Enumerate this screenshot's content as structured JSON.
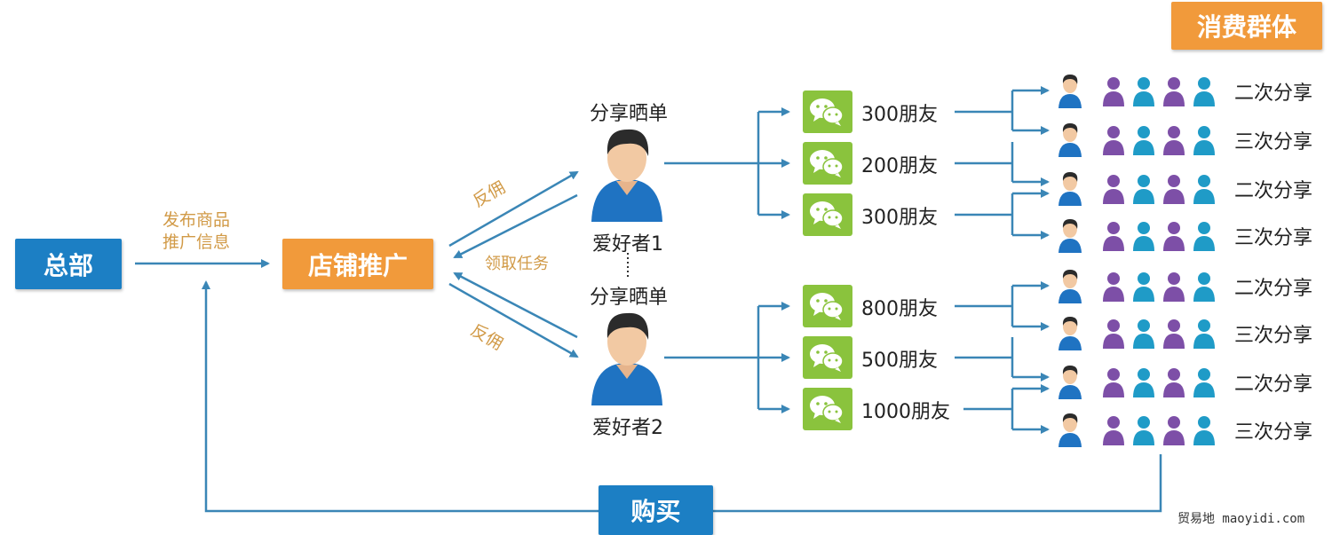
{
  "consumer_group": "消费群体",
  "hq": "总部",
  "store": "店铺推广",
  "buy": "购买",
  "publish_label_1": "发布商品",
  "publish_label_2": "推广信息",
  "commission_top": "反佣",
  "commission_bottom": "反佣",
  "take_task": "领取任务",
  "fans": [
    {
      "share": "分享晒单",
      "name": "爱好者1"
    },
    {
      "share": "分享晒单",
      "name": "爱好者2"
    }
  ],
  "friends": [
    "300朋友",
    "200朋友",
    "300朋友",
    "800朋友",
    "500朋友",
    "1000朋友"
  ],
  "shares": [
    "二次分享",
    "三次分享",
    "二次分享",
    "三次分享",
    "二次分享",
    "三次分享",
    "二次分享",
    "三次分享"
  ],
  "watermark": "贸易地 maoyidi.com",
  "colors": {
    "blue": "#1c7fc4",
    "orange": "#f19a3b",
    "wechat": "#8ac33d",
    "line": "#3a86b6",
    "purple": "#7d4fa7",
    "teal": "#1f9bc7"
  }
}
